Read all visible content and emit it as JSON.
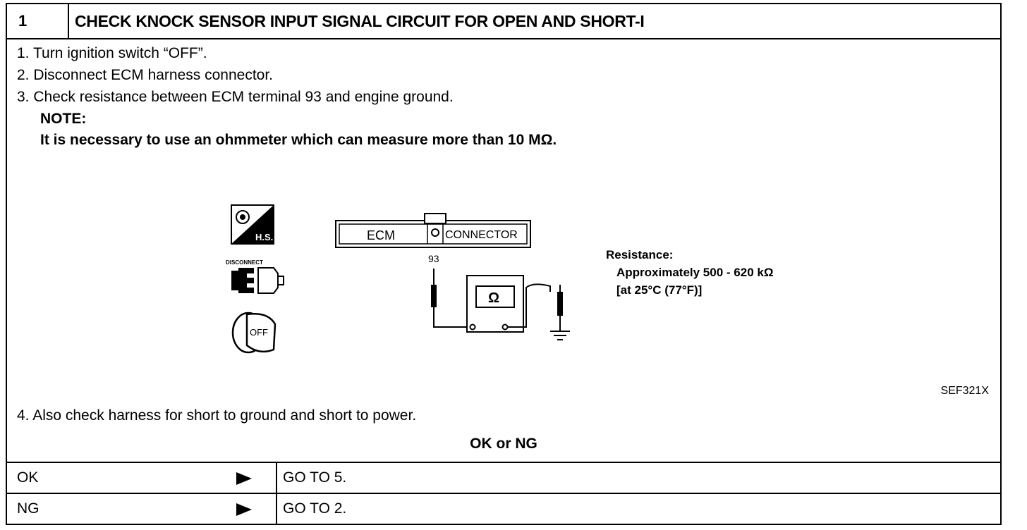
{
  "header": {
    "number": "1",
    "title": "CHECK KNOCK SENSOR INPUT SIGNAL CIRCUIT FOR OPEN AND SHORT-I"
  },
  "steps": {
    "s1": "1. Turn ignition switch “OFF”.",
    "s2": "2. Disconnect ECM harness connector.",
    "s3": "3. Check resistance between ECM terminal 93 and engine ground.",
    "note_label": "NOTE:",
    "note_text": "It is necessary to use an ohmmeter which can measure more than 10 MΩ.",
    "s4": "4. Also check harness for short to ground and short to power."
  },
  "figure": {
    "icons": [
      "hs-icon",
      "disconnect-icon",
      "ignition-off-icon"
    ],
    "hs_label": "H.S.",
    "disconnect_label": "DISCONNECT",
    "off_label": "OFF",
    "connector_left": "ECM",
    "connector_right": "CONNECTOR",
    "terminal": "93",
    "meter_symbol": "Ω",
    "resistance_label": "Resistance:",
    "resistance_value": "Approximately 500 - 620 kΩ",
    "resistance_condition": "[at 25°C (77°F)]",
    "figure_ref": "SEF321X"
  },
  "result": {
    "question": "OK or NG",
    "rows": [
      {
        "key": "OK",
        "action": "GO TO 5."
      },
      {
        "key": "NG",
        "action": "GO TO 2."
      }
    ]
  }
}
